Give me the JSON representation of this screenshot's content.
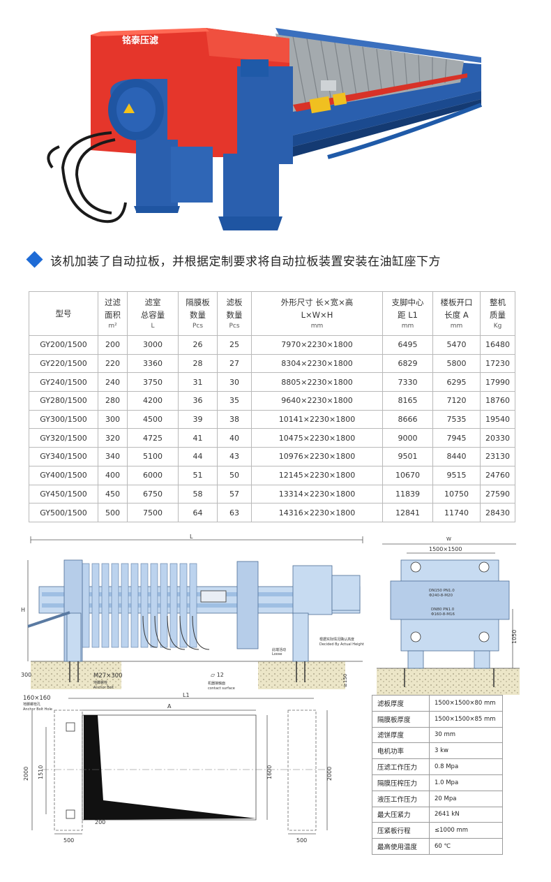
{
  "photo": {
    "brand_text": "铭泰压滤",
    "colors": {
      "frame_blue": "#1f5aa8",
      "cover_red": "#e5362b",
      "plate_gray": "#9aa1a6"
    }
  },
  "caption": {
    "text": "该机加装了自动拉板，并根据定制要求将自动拉板装置安装在油缸座下方"
  },
  "specs": {
    "headers": [
      {
        "label": "型号",
        "unit": ""
      },
      {
        "label": "过滤\n面积",
        "unit": "m²"
      },
      {
        "label": "滤室\n总容量",
        "unit": "L"
      },
      {
        "label": "隔膜板\n数量",
        "unit": "Pcs"
      },
      {
        "label": "滤板\n数量",
        "unit": "Pcs"
      },
      {
        "label": "外形尺寸 长×宽×高\nL×W×H",
        "unit": "mm"
      },
      {
        "label": "支脚中心\n距 L1",
        "unit": "mm"
      },
      {
        "label": "楼板开口\n长度 A",
        "unit": "mm"
      },
      {
        "label": "整机\n质量",
        "unit": "Kg"
      }
    ],
    "rows": [
      [
        "GY200/1500",
        "200",
        "3000",
        "26",
        "25",
        "7970×2230×1800",
        "6495",
        "5470",
        "16480"
      ],
      [
        "GY220/1500",
        "220",
        "3360",
        "28",
        "27",
        "8304×2230×1800",
        "6829",
        "5800",
        "17230"
      ],
      [
        "GY240/1500",
        "240",
        "3750",
        "31",
        "30",
        "8805×2230×1800",
        "7330",
        "6295",
        "17990"
      ],
      [
        "GY280/1500",
        "280",
        "4200",
        "36",
        "35",
        "9640×2230×1800",
        "8165",
        "7120",
        "18760"
      ],
      [
        "GY300/1500",
        "300",
        "4500",
        "39",
        "38",
        "10141×2230×1800",
        "8666",
        "7535",
        "19540"
      ],
      [
        "GY320/1500",
        "320",
        "4725",
        "41",
        "40",
        "10475×2230×1800",
        "9000",
        "7945",
        "20330"
      ],
      [
        "GY340/1500",
        "340",
        "5100",
        "44",
        "43",
        "10976×2230×1800",
        "9501",
        "8440",
        "23130"
      ],
      [
        "GY400/1500",
        "400",
        "6000",
        "51",
        "50",
        "12145×2230×1800",
        "10670",
        "9515",
        "24760"
      ],
      [
        "GY450/1500",
        "450",
        "6750",
        "58",
        "57",
        "13314×2230×1800",
        "11839",
        "10750",
        "27590"
      ],
      [
        "GY500/1500",
        "500",
        "7500",
        "64",
        "63",
        "14316×2230×1800",
        "12841",
        "11740",
        "28430"
      ]
    ]
  },
  "drawing": {
    "L": "L",
    "H": "H",
    "W": "W",
    "dim_300": "300",
    "anchor_bolt": "M27×300",
    "anchor_bolt_cn": "地脚螺栓",
    "anchor_bolt_en": "Anchor Bolt",
    "contact_symbol": "▱ 12",
    "contact_cn": "机器接触面",
    "contact_en": "contact surface",
    "loose_cn": "此端活动",
    "loose_en": "Loose",
    "height_cn": "根据实际情况确认高度",
    "height_en": "Decided By Actual Height",
    "dim_150": "≥150",
    "side_size": "1500×1500",
    "dn150": "DN150 PN1.0",
    "dn150_bolts": "Φ240-8-M20",
    "dn80": "DN80 PN1.0",
    "dn80_bolts": "Φ160-8-M16",
    "dim_1050": "1050",
    "hole_size": "160×160",
    "hole_cn": "地脚螺栓孔",
    "hole_en": "Anchor Bolt Hole",
    "L1": "L1",
    "A": "A",
    "dim_2000_left": "2000",
    "dim_1510": "1510",
    "dim_1600": "1600",
    "dim_2000_right": "2000",
    "dim_200": "200",
    "dim_500_left": "500",
    "dim_500_right": "500"
  },
  "params": [
    {
      "label": "滤板厚度",
      "value": "1500×1500×80 mm"
    },
    {
      "label": "隔膜板厚度",
      "value": "1500×1500×85 mm"
    },
    {
      "label": "滤饼厚度",
      "value": "30 mm"
    },
    {
      "label": "电机功率",
      "value": "3 kw"
    },
    {
      "label": "压滤工作压力",
      "value": "0.8 Mpa"
    },
    {
      "label": "隔膜压榨压力",
      "value": "1.0 Mpa"
    },
    {
      "label": "液压工作压力",
      "value": "20 Mpa"
    },
    {
      "label": "最大压紧力",
      "value": "2641 kN"
    },
    {
      "label": "压紧板行程",
      "value": "≤1000 mm"
    },
    {
      "label": "最高使用温度",
      "value": "60 ℃"
    }
  ]
}
